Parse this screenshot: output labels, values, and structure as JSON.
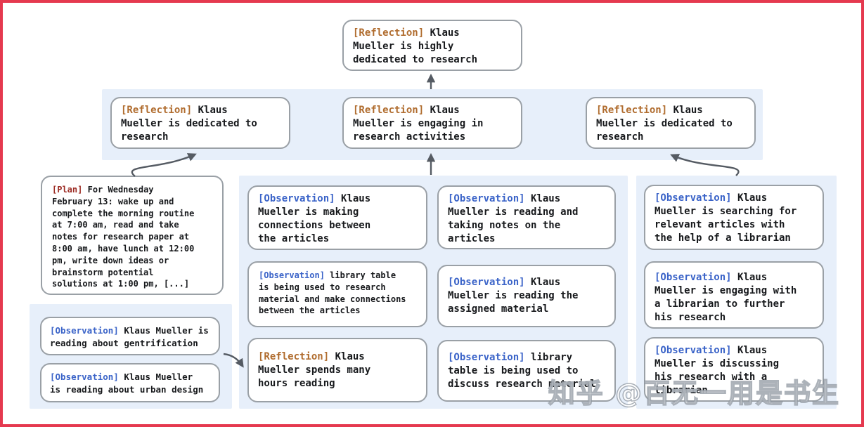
{
  "colors": {
    "frame_border": "#e5394f",
    "panel_background": "#e7effa",
    "node_border": "#9aa0a6",
    "reflection_tag": "#b06c2e",
    "observation_tag": "#3a63c8",
    "plan_tag": "#9c2b23",
    "arrow": "#555b63"
  },
  "watermark": {
    "text": "知乎 @百无一用是书生"
  },
  "nodes": {
    "root": {
      "tag": "[Reflection]",
      "text": "Klaus\nMueller is highly\ndedicated to research"
    },
    "reflections": [
      {
        "tag": "[Reflection]",
        "text": "Klaus\nMueller is dedicated to\nresearch"
      },
      {
        "tag": "[Reflection]",
        "text": "Klaus\nMueller is engaging in\nresearch activities"
      },
      {
        "tag": "[Reflection]",
        "text": "Klaus\nMueller is dedicated to\nresearch"
      }
    ],
    "plan": {
      "tag": "[Plan]",
      "text": "For Wednesday\nFebruary 13: wake up and\ncomplete the morning routine\nat 7:00 am, read and take\nnotes for research paper at\n8:00 am, have lunch at 12:00\npm, write down ideas or\nbrainstorm potential\nsolutions at 1:00 pm, [...]"
    },
    "left_panel": [
      {
        "tag": "[Observation]",
        "text": "Klaus Mueller is\nreading about gentrification"
      },
      {
        "tag": "[Observation]",
        "text": "Klaus Mueller\nis reading about urban design"
      }
    ],
    "middle_col1": [
      {
        "tag": "[Observation]",
        "text": "Klaus\nMueller is making\nconnections between\nthe articles"
      },
      {
        "tag": "[Observation]",
        "text": "library table\nis being used to research\nmaterial and make connections\nbetween the articles"
      },
      {
        "tag": "[Reflection]",
        "text": "Klaus\nMueller spends many\nhours reading"
      }
    ],
    "middle_col2": [
      {
        "tag": "[Observation]",
        "text": "Klaus\nMueller is reading and\ntaking notes on the\narticles"
      },
      {
        "tag": "[Observation]",
        "text": "Klaus\nMueller is reading the\nassigned material"
      },
      {
        "tag": "[Observation]",
        "text": "library\ntable is being used to\ndiscuss research material"
      }
    ],
    "right_panel": [
      {
        "tag": "[Observation]",
        "text": "Klaus\nMueller is searching for\nrelevant articles with\nthe help of a librarian"
      },
      {
        "tag": "[Observation]",
        "text": "Klaus\nMueller is engaging with\na librarian to further\nhis research"
      },
      {
        "tag": "[Observation]",
        "text": "Klaus\nMueller is discussing\nhis research with a\nlibrarian"
      }
    ]
  }
}
